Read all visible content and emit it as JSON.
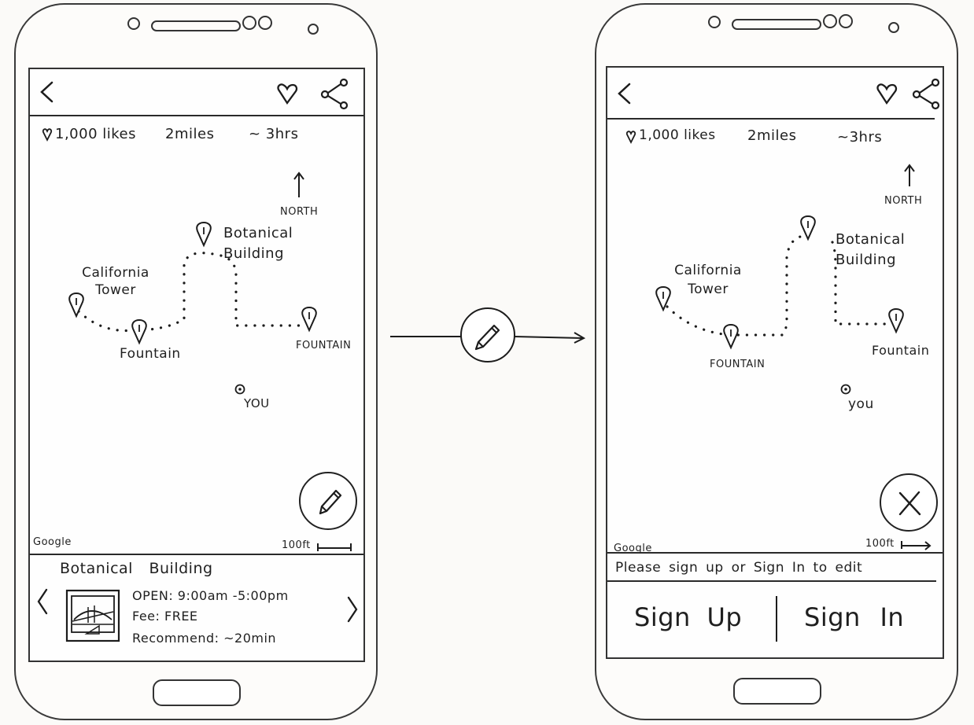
{
  "left": {
    "stats": {
      "likes": "1,000 likes",
      "distance": "2miles",
      "time": "~ 3hrs"
    },
    "north": "NORTH",
    "places": {
      "california_tower": "California Tower",
      "botanical_building": "Botanical Building",
      "fountain_1": "Fountain",
      "fountain_2": "FOUNTAIN",
      "you": "YOU"
    },
    "google": "Google",
    "scale": "100ft",
    "card": {
      "title": "Botanical Building",
      "open": "OPEN: 9:00am -5:00pm",
      "fee": "Fee: FREE",
      "recommend": "Recommend: ~20min"
    }
  },
  "right": {
    "stats": {
      "likes": "1,000 likes",
      "distance": "2miles",
      "time": "~3hrs"
    },
    "north": "NORTH",
    "places": {
      "california_tower": "California Tower",
      "botanical_building": "Botanical Building",
      "fountain_1": "FOUNTAIN",
      "fountain_2": "Fountain",
      "you": "you"
    },
    "google": "Google",
    "scale": "100ft",
    "prompt": "Please sign up or Sign In to edit",
    "signup": "Sign Up",
    "signin": "Sign In"
  },
  "icons": {
    "back": "chevron-left-icon",
    "like": "heart-icon",
    "share": "share-icon",
    "edit": "pencil-icon",
    "close": "close-icon"
  }
}
